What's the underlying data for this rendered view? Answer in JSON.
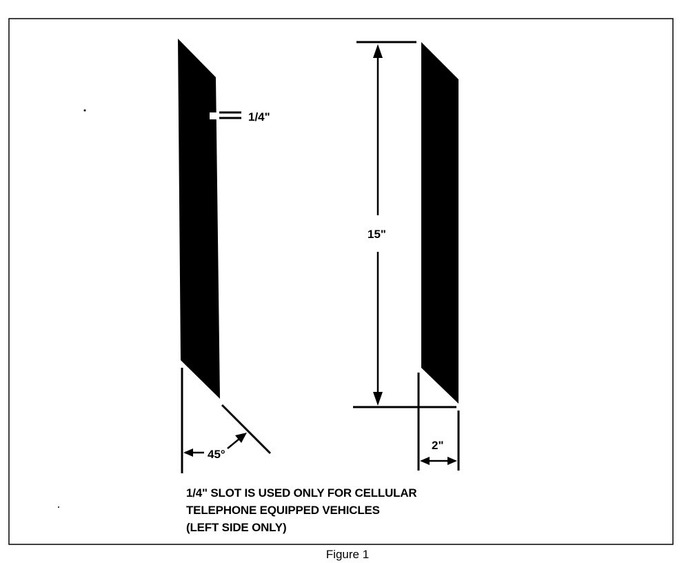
{
  "figure": {
    "caption": "Figure 1",
    "labels": {
      "slot": "1/4\"",
      "height": "15\"",
      "width": "2\"",
      "angle": "45°"
    },
    "note": {
      "lines": [
        "1/4\" SLOT IS USED ONLY FOR CELLULAR",
        "TELEPHONE EQUIPPED VEHICLES",
        "(LEFT SIDE ONLY)"
      ]
    }
  }
}
